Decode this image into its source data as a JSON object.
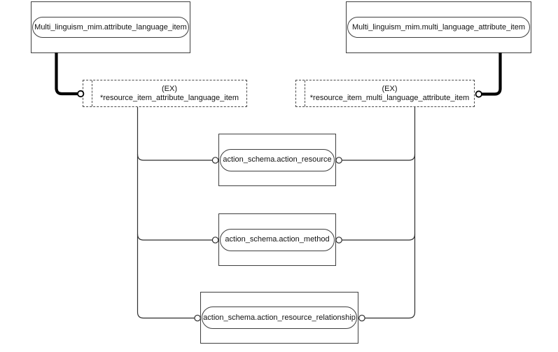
{
  "diagram": {
    "kind": "EXPRESS-G schema reference diagram",
    "top_entities": [
      {
        "label": "Multi_linguism_mim.attribute_language_item"
      },
      {
        "label": "Multi_linguism_mim.multi_language_attribute_item"
      }
    ],
    "interface_refs": [
      {
        "tag": "(EX)",
        "label": "*resource_item_attribute_language_item"
      },
      {
        "tag": "(EX)",
        "label": "*resource_item_multi_language_attribute_item"
      }
    ],
    "target_entities": [
      {
        "label": "action_schema.action_resource"
      },
      {
        "label": "action_schema.action_method"
      },
      {
        "label": "action_schema.action_resource_relationship"
      }
    ],
    "ports": {
      "style": "open-circle"
    }
  },
  "colors": {
    "background": "#ffffff",
    "box_border": "#3f3f3f",
    "dashed_border": "#4a4a4a",
    "thin_line": "#2e2e2e",
    "thick_line": "#000000",
    "text": "#111111"
  }
}
